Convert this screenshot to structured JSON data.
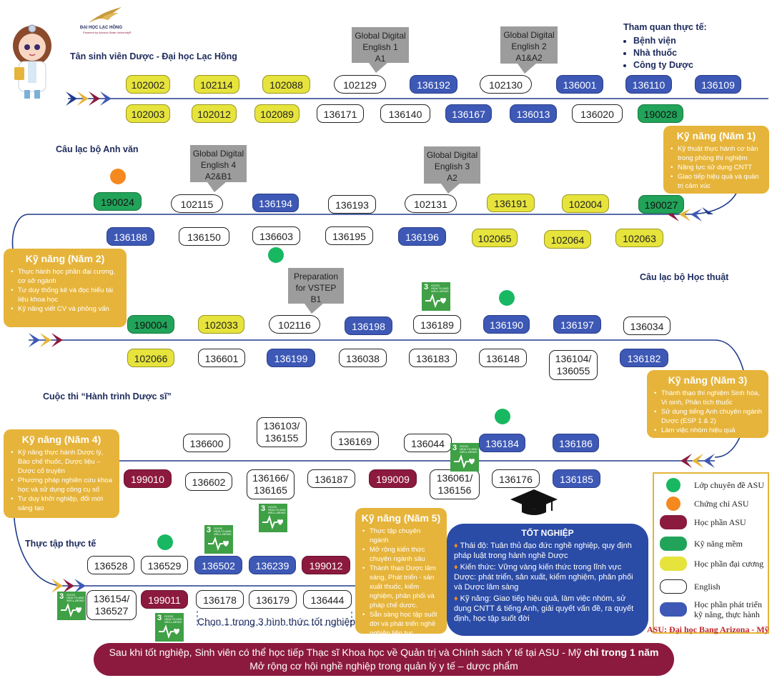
{
  "brand": {
    "name": "ĐẠI HỌC LẠC HỒNG",
    "sub": "Powered by Arizona State University®"
  },
  "labels": {
    "freshman": "Tân sinh viên Dược - Đại học Lạc Hồng",
    "english_club": "Câu lạc bộ Anh văn",
    "academic_club": "Câu lạc bộ Học thuật",
    "contest": "Cuộc thi “Hành trình Dược sĩ”",
    "internship": "Thực tập thực tế",
    "choose": "Chọn 1 trong 3 hình thức tốt nghiệp"
  },
  "tour": {
    "title": "Tham quan thực tế:",
    "items": [
      "Bệnh viện",
      "Nhà thuốc",
      "Công ty Dược"
    ]
  },
  "courses": {
    "r1t": [
      {
        "code": "102002",
        "type": "y"
      },
      {
        "code": "102114",
        "type": "y"
      },
      {
        "code": "102088",
        "type": "y"
      },
      {
        "code": "102129",
        "type": "w"
      },
      {
        "code": "136192",
        "type": "b"
      },
      {
        "code": "102130",
        "type": "w"
      },
      {
        "code": "136001",
        "type": "b"
      },
      {
        "code": "136110",
        "type": "b"
      },
      {
        "code": "136109",
        "type": "b"
      }
    ],
    "r1b": [
      {
        "code": "102003",
        "type": "y"
      },
      {
        "code": "102012",
        "type": "y"
      },
      {
        "code": "102089",
        "type": "y"
      },
      {
        "code": "136171",
        "type": "w"
      },
      {
        "code": "136140",
        "type": "w"
      },
      {
        "code": "136167",
        "type": "b"
      },
      {
        "code": "136013",
        "type": "b"
      },
      {
        "code": "136020",
        "type": "w"
      },
      {
        "code": "190028",
        "type": "g"
      }
    ],
    "r2t": [
      {
        "code": "190024",
        "type": "g"
      },
      {
        "code": "102115",
        "type": "w"
      },
      {
        "code": "136194",
        "type": "b"
      },
      {
        "code": "136193",
        "type": "w"
      },
      {
        "code": "102131",
        "type": "w"
      },
      {
        "code": "136191",
        "type": "y"
      },
      {
        "code": "102004",
        "type": "y"
      },
      {
        "code": "190027",
        "type": "g"
      }
    ],
    "r2b": [
      {
        "code": "136188",
        "type": "b"
      },
      {
        "code": "136150",
        "type": "w"
      },
      {
        "code": "136603",
        "type": "w"
      },
      {
        "code": "136195",
        "type": "w"
      },
      {
        "code": "136196",
        "type": "b"
      },
      {
        "code": "102065",
        "type": "y"
      },
      {
        "code": "102064",
        "type": "y"
      },
      {
        "code": "102063",
        "type": "y"
      }
    ],
    "r3t": [
      {
        "code": "190004",
        "type": "g"
      },
      {
        "code": "102033",
        "type": "y"
      },
      {
        "code": "102116",
        "type": "w"
      },
      {
        "code": "136198",
        "type": "b"
      },
      {
        "code": "136189",
        "type": "w"
      },
      {
        "code": "136190",
        "type": "b"
      },
      {
        "code": "136197",
        "type": "b"
      },
      {
        "code": "136034",
        "type": "w"
      }
    ],
    "r3b": [
      {
        "code": "102066",
        "type": "y"
      },
      {
        "code": "136601",
        "type": "w"
      },
      {
        "code": "136199",
        "type": "b"
      },
      {
        "code": "136038",
        "type": "w"
      },
      {
        "code": "136183",
        "type": "w"
      },
      {
        "code": "136148",
        "type": "w"
      },
      {
        "code": "136104/\n136055",
        "type": "w"
      },
      {
        "code": "136182",
        "type": "b"
      }
    ],
    "r4t": [
      {
        "code": "136600",
        "type": "w"
      },
      {
        "code": "136103/\n136155",
        "type": "w"
      },
      {
        "code": "136169",
        "type": "w"
      },
      {
        "code": "136044",
        "type": "w"
      },
      {
        "code": "136184",
        "type": "b"
      },
      {
        "code": "136186",
        "type": "b"
      }
    ],
    "r4b": [
      {
        "code": "199010",
        "type": "m"
      },
      {
        "code": "136602",
        "type": "w"
      },
      {
        "code": "136166/\n136165",
        "type": "w"
      },
      {
        "code": "136187",
        "type": "w"
      },
      {
        "code": "199009",
        "type": "m"
      },
      {
        "code": "136061/\n136156",
        "type": "w"
      },
      {
        "code": "136176",
        "type": "w"
      },
      {
        "code": "136185",
        "type": "b"
      }
    ],
    "r5t": [
      {
        "code": "136528",
        "type": "w"
      },
      {
        "code": "136529",
        "type": "w"
      },
      {
        "code": "136502",
        "type": "b"
      },
      {
        "code": "136239",
        "type": "b"
      },
      {
        "code": "199012",
        "type": "m"
      }
    ],
    "r5b": [
      {
        "code": "136154/\n136527",
        "type": "w"
      },
      {
        "code": "199011",
        "type": "m"
      },
      {
        "code": "136178",
        "type": "w"
      },
      {
        "code": "136179",
        "type": "w"
      },
      {
        "code": "136444",
        "type": "w"
      }
    ]
  },
  "callouts": [
    {
      "lines": [
        "Global Digital",
        "English 1",
        "A1"
      ]
    },
    {
      "lines": [
        "Global Digital",
        "English 2",
        "A1&A2"
      ]
    },
    {
      "lines": [
        "Global Digital",
        "English 4",
        "A2&B1"
      ]
    },
    {
      "lines": [
        "Global Digital",
        "English 3",
        "A2"
      ]
    },
    {
      "lines": [
        "Preparation",
        "for VSTEP",
        "B1"
      ]
    }
  ],
  "skills": [
    {
      "title": "Kỹ năng (Năm 1)",
      "items": [
        "Kỹ thuật thực hành cơ bản trong phòng thí nghiệm",
        "Năng lực sử dụng CNTT",
        "Giao tiếp hiệu quả và quản trị cảm xúc"
      ]
    },
    {
      "title": "Kỹ năng (Năm 2)",
      "items": [
        "Thực hành học phần đại cương, cơ sở ngành",
        "Tư duy thống kê và đọc hiểu tài liệu khoa học",
        "Kỹ năng viết CV và phỏng vấn"
      ]
    },
    {
      "title": "Kỹ năng (Năm 3)",
      "items": [
        "Thành thạo thí nghiệm Sinh hóa, Vi sinh, Phân tích thuốc",
        "Sử dụng tiếng Anh chuyên ngành Dược (ESP 1 & 2)",
        "Làm việc nhóm hiệu quả"
      ]
    },
    {
      "title": "Kỹ năng (Năm 4)",
      "items": [
        "Kỹ năng thực hành Dược lý, Bào chế thuốc, Dược liệu – Dược cổ truyền",
        "Phương pháp nghiên cứu khoa học và sử dụng công cụ số",
        "Tư duy khởi nghiệp, đổi mới sáng tạo"
      ]
    },
    {
      "title": "Kỹ năng (Năm 5)",
      "items": [
        "Thực tập chuyên ngành",
        "Mở rộng kiến thức chuyên ngành sâu",
        "Thành thạo Dược lâm sàng, Phát triển - sản xuất thuốc, kiểm nghiệm, phân phối và pháp chế dược.",
        "Sẵn sàng học tập suốt đời và phát triển nghề nghiệp liên tục"
      ]
    }
  ],
  "graduation": {
    "title": "TỐT NGHIỆP",
    "items": [
      "Thái độ: Tuân thủ đạo đức nghề nghiệp, quy định pháp luật trong hành nghề Dược",
      "Kiến thức: Vững vàng kiến thức trong lĩnh vực Dược: phát triển, sản xuất, kiểm nghiệm, phân phối và Dược lâm sàng",
      "Kỹ năng: Giao tiếp hiệu quả, làm việc nhóm, sử dụng CNTT & tiếng Anh, giải quyết vấn đề, ra quyết định, học tập suốt đời"
    ]
  },
  "legend": [
    {
      "label": "Lớp chuyên đề ASU",
      "kind": "dot",
      "color": "#17b861"
    },
    {
      "label": "Chứng chỉ ASU",
      "kind": "dot",
      "color": "#f5891f"
    },
    {
      "label": "Học phần ASU",
      "kind": "pill",
      "color": "#8c1a3e"
    },
    {
      "label": "Kỹ năng mềm",
      "kind": "pill",
      "color": "#22a35a"
    },
    {
      "label": "Học phần đại cương",
      "kind": "pill",
      "color": "#e6e33c"
    },
    {
      "label": "English",
      "kind": "pill",
      "color": "#ffffff"
    },
    {
      "label": "Học phần phát triển kỹ năng, thực hành",
      "kind": "pill",
      "color": "#3d58b5"
    }
  ],
  "asu_note": "ASU: Đại học Bang Arizona - Mỹ",
  "sdg": {
    "number": "3",
    "text": "GOOD HEALTH AND WELL-BEING"
  },
  "banner": {
    "line1_pre": "Sau khi tốt nghiệp, Sinh viên có thể học tiếp Thạc sĩ Khoa học về Quản trị và Chính sách Y tế tại ASU - Mỹ ",
    "line1_bold": "chỉ trong 1 năm",
    "line2": "Mở rộng cơ hội nghề nghiệp trong quản lý y tế – dược phẩm"
  },
  "colors": {
    "road": "#1f3c8a",
    "yellow": "#e6e33c",
    "blue": "#3d58b5",
    "green": "#22a35a",
    "maroon": "#8c1a3e",
    "skill": "#e6b43a",
    "orange": "#f5891f"
  }
}
